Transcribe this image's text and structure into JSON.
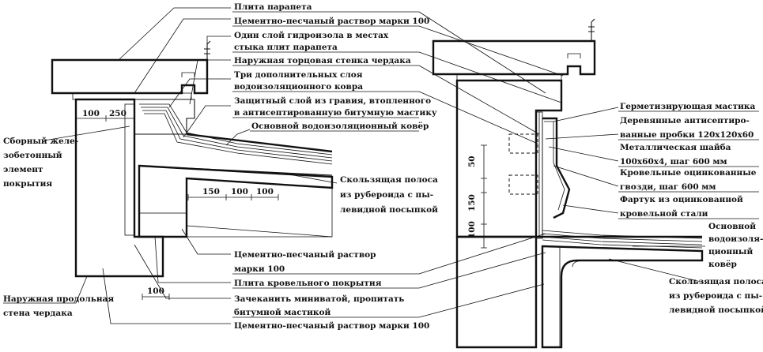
{
  "left_labels": {
    "plita_parapeta": "Плита парапета",
    "rastvor_100_top": "Цементно-песчаный раствор марки 100",
    "odin_sloy_1": "Один слой гидроизола в местах",
    "odin_sloy_2": "стыка плит парапета",
    "torcevaya": "Наружная торцовая стенка чердака",
    "tri_sloya_1": "Три дополнительных слоя",
    "tri_sloya_2": "водоизоляционного ковра",
    "zashchitny_1": "Защитный слой из гравия, втопленного",
    "zashchitny_2": "в антисептированную битумную мастику",
    "osnovnoy_kover": "Основной водоизоляционный ковёр",
    "skolz_1": "Скользящая полоса",
    "skolz_2": "из рубероида с пы-",
    "skolz_3": "левидной посыпкой",
    "sborny_1": "Сборный желе-",
    "sborny_2": "зобетонный",
    "sborny_3": "элемент",
    "sborny_4": "покрытия",
    "rastvor_mid_1": "Цементно-песчаный раствор",
    "rastvor_mid_2": "марки 100",
    "plita_krov": "Плита кровельного покрытия",
    "zachekanit_1": "Зачеканить миниватой, пропитать",
    "zachekanit_2": "битумной мастикой",
    "rastvor_bottom": "Цементно-песчаный раствор марки 100",
    "prodolnaya_1": "Наружная продольная",
    "prodolnaya_2": "стена чердака"
  },
  "left_dims": {
    "d100_top": "100",
    "d250": "250",
    "d150": "150",
    "d100_a": "100",
    "d100_b": "100",
    "d100_bottom": "100"
  },
  "right_labels": {
    "germ_mastika": "Герметизирующая мастика",
    "derev_1": "Деревянные антисептиро-",
    "derev_2": "ванные пробки 120х120х60",
    "shayba_1": "Металлическая шайба",
    "shayba_2": "100х60х4, шаг 600 мм",
    "gvozdi_1": "Кровельные оцинкованные",
    "gvozdi_2": "гвозди, шаг 600 мм",
    "fartuk_1": "Фартук из оцинкованной",
    "fartuk_2": "кровельной стали",
    "osn_1": "Основной",
    "osn_2": "водоизоля-",
    "osn_3": "ционный",
    "osn_4": "ковёр",
    "skolz_1": "Скользящая полоса",
    "skolz_2": "из рубероида с пы-",
    "skolz_3": "левидной посыпкой"
  },
  "right_dims": {
    "d50": "50",
    "d150": "150",
    "d100": "100"
  }
}
